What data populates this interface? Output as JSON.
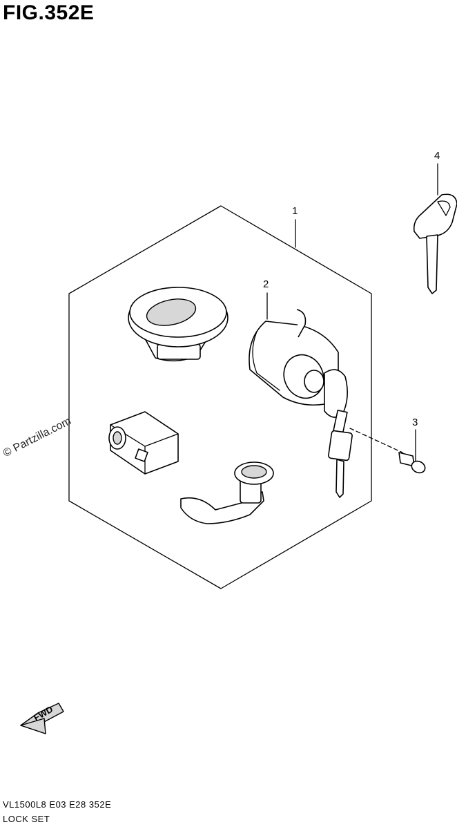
{
  "figure": {
    "title": "FIG.352E",
    "watermark": "© Partzilla.com",
    "code": "VL1500L8  E03  E28  352E",
    "name": "LOCK SET",
    "fwd_label": "FWD"
  },
  "callouts": [
    {
      "id": "1",
      "label": "1"
    },
    {
      "id": "2",
      "label": "2"
    },
    {
      "id": "3",
      "label": "3"
    },
    {
      "id": "4",
      "label": "4"
    }
  ]
}
